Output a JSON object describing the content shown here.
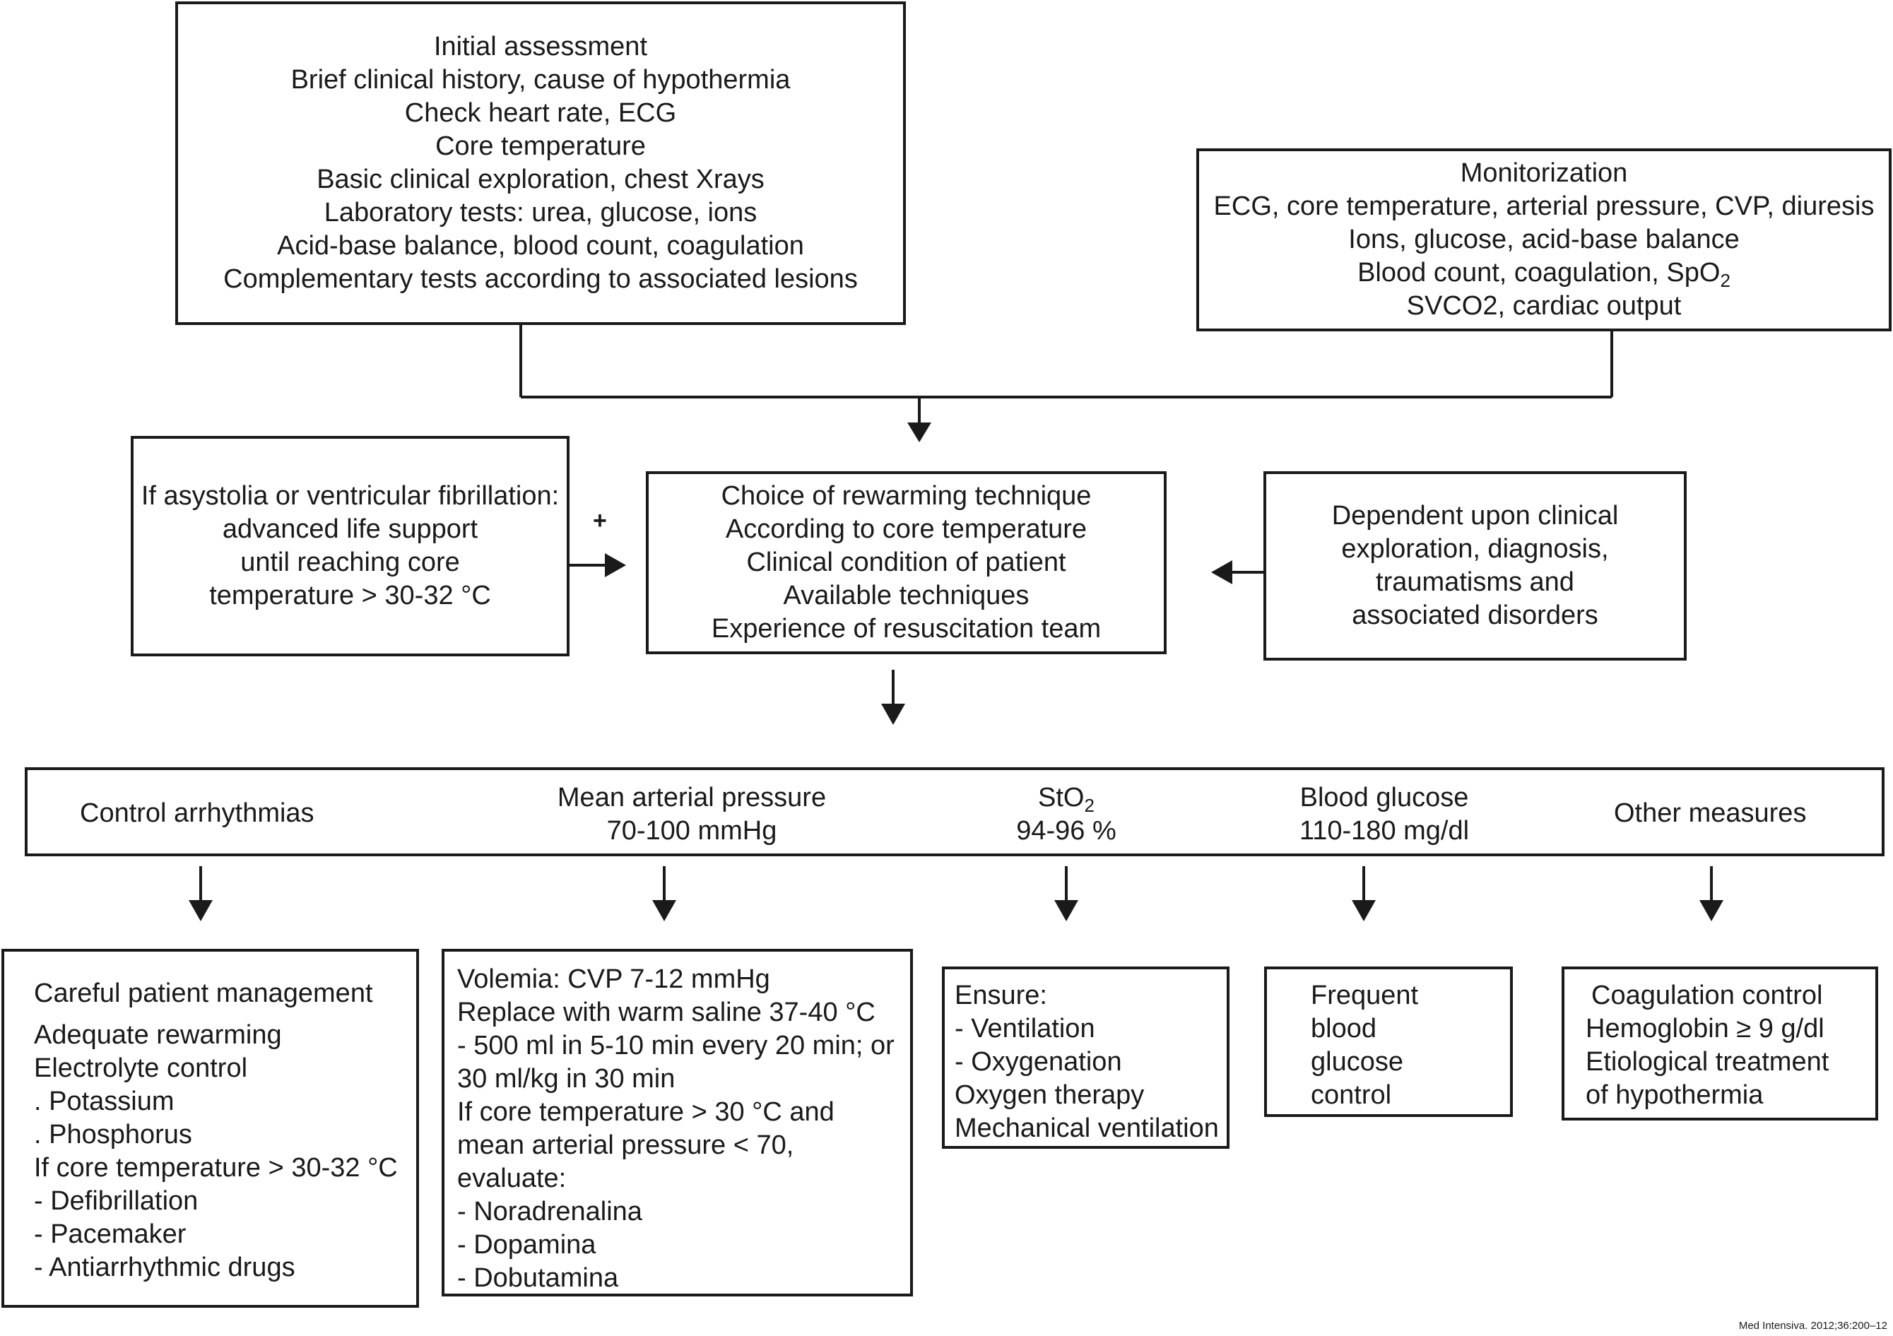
{
  "initial_assessment": {
    "lines": [
      "Initial assessment",
      "Brief clinical history, cause of hypothermia",
      "Check heart rate, ECG",
      "Core temperature",
      "Basic clinical exploration, chest Xrays",
      "Laboratory tests: urea, glucose, ions",
      "Acid-base balance, blood count, coagulation",
      "Complementary tests according to associated lesions"
    ]
  },
  "monitorization": {
    "lines": [
      "Monitorization",
      "ECG, core temperature, arterial pressure, CVP, diuresis",
      "Ions, glucose, acid-base balance"
    ],
    "blood_line": {
      "text": "Blood count, coagulation, SpO",
      "sub": "2"
    },
    "last_line": "SVCO2, cardiac output"
  },
  "asystolia": {
    "lines": [
      "If asystolia or ventricular fibrillation:",
      "advanced life support",
      "until reaching core",
      "temperature > 30-32 °C"
    ],
    "plus": "+"
  },
  "rewarming": {
    "lines": [
      "Choice of rewarming technique",
      "According to core temperature",
      "Clinical condition of patient",
      "Available techniques",
      "Experience of resuscitation team"
    ]
  },
  "dependent": {
    "lines": [
      "Dependent upon clinical",
      "exploration, diagnosis,",
      "traumatisms and",
      "associated disorders"
    ]
  },
  "targets": {
    "arrhythmias": "Control arrhythmias",
    "map_title": "Mean arterial pressure",
    "map_value": "70-100 mmHg",
    "sto2_title": "StO",
    "sto2_sub": "2",
    "sto2_value": "94-96 %",
    "glucose_title": "Blood glucose",
    "glucose_value": "110-180 mg/dl",
    "other": "Other measures"
  },
  "careful": {
    "title": "Careful patient management",
    "lines": [
      "Adequate rewarming",
      "Electrolyte control",
      ". Potassium",
      ". Phosphorus",
      "If core temperature > 30-32 °C",
      "- Defibrillation",
      "- Pacemaker",
      "- Antiarrhythmic drugs"
    ]
  },
  "volemia": {
    "lines": [
      "Volemia: CVP 7-12 mmHg",
      "Replace with warm saline 37-40 °C",
      "- 500 ml in 5-10 min every 20 min; or",
      "30 ml/kg in 30 min",
      "If core temperature > 30 °C and",
      "mean arterial pressure < 70,",
      "evaluate:",
      "- Noradrenalina",
      "- Dopamina",
      "- Dobutamina"
    ]
  },
  "ensure": {
    "lines": [
      "Ensure:",
      "- Ventilation",
      "- Oxygenation",
      "Oxygen therapy",
      "Mechanical ventilation"
    ]
  },
  "frequent": {
    "lines": [
      "Frequent",
      "blood",
      "glucose",
      "control"
    ]
  },
  "coagulation": {
    "lines": [
      "Coagulation control",
      "Hemoglobin ≥ 9 g/dl",
      "Etiological treatment",
      "of hypothermia"
    ]
  },
  "credit": "Med Intensiva. 2012;36:200–12"
}
